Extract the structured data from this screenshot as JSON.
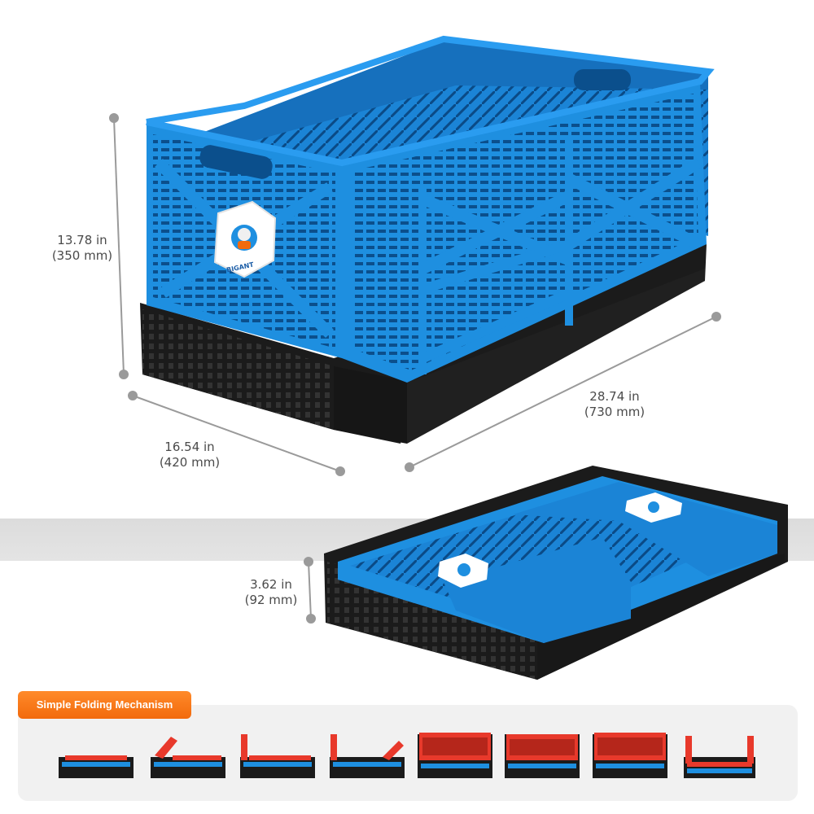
{
  "dimensions": {
    "height": {
      "in": "13.78 in",
      "mm": "(350 mm)"
    },
    "width": {
      "in": "16.54 in",
      "mm": "(420 mm)"
    },
    "length": {
      "in": "28.74 in",
      "mm": "(730 mm)"
    },
    "folded_height": {
      "in": "3.62 in",
      "mm": "(92 mm)"
    }
  },
  "brand": {
    "logo_text": "BIGANT"
  },
  "folding": {
    "title": "Simple Folding Mechanism",
    "steps": [
      {
        "stage": "flat"
      },
      {
        "stage": "one-side-lifting"
      },
      {
        "stage": "one-side-up"
      },
      {
        "stage": "second-side-lifting"
      },
      {
        "stage": "long-sides-up"
      },
      {
        "stage": "end-lifting"
      },
      {
        "stage": "end-up"
      },
      {
        "stage": "open-frame"
      }
    ]
  },
  "colors": {
    "crate_blue": "#1e8fe0",
    "crate_blue_dark": "#0f6cb8",
    "base_black": "#1b1b1b",
    "accent_orange": "#f26a0c",
    "step_red": "#e8392b",
    "dimension_line": "#9a9a9a"
  }
}
